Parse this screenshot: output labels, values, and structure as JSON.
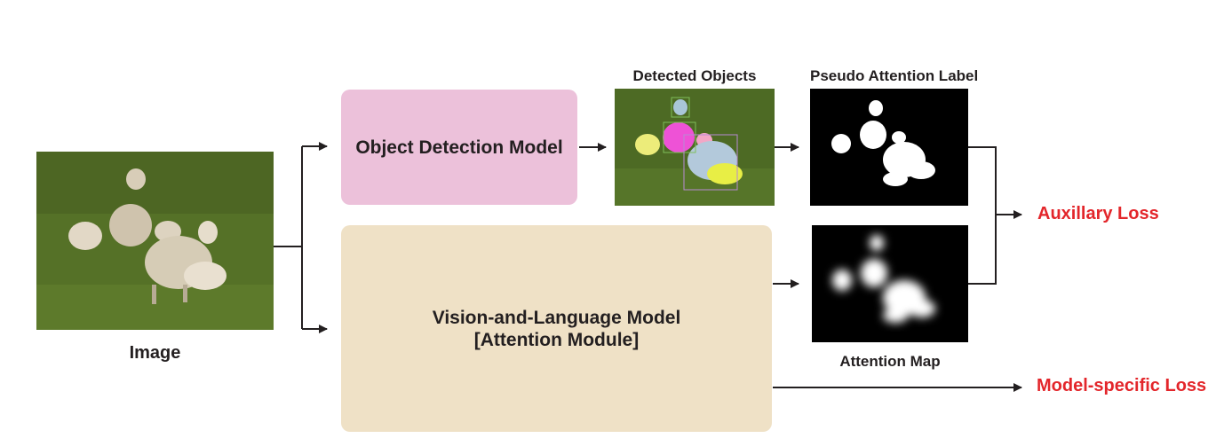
{
  "input": {
    "label": "Image"
  },
  "detector": {
    "label": "Object Detection Model"
  },
  "vl_model": {
    "line1": "Vision-and-Language Model",
    "line2": "[Attention Module]"
  },
  "detected": {
    "label": "Detected Objects"
  },
  "pseudo": {
    "label": "Pseudo Attention Label"
  },
  "attention": {
    "label": "Attention Map"
  },
  "losses": {
    "aux": "Auxillary Loss",
    "model": "Model-specific Loss"
  },
  "colors": {
    "detector_fill": "#ecc1da",
    "vl_fill": "#efe1c6",
    "loss_text": "#e3262b",
    "grass": "#4f6a26",
    "arrow": "#231f20"
  }
}
